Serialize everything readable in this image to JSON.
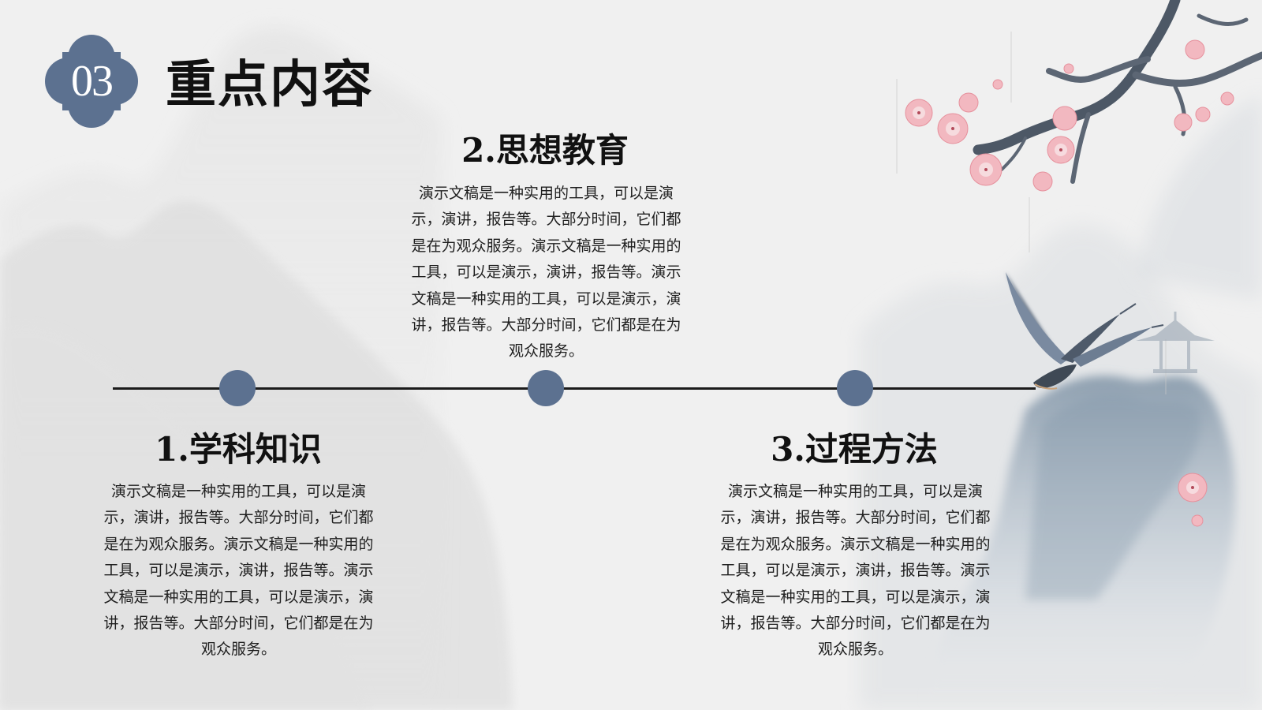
{
  "section": {
    "number": "03",
    "title": "重点内容"
  },
  "items": [
    {
      "title": "1.学科知识",
      "body": "演示文稿是一种实用的工具，可以是演示，演讲，报告等。大部分时间，它们都是在为观众服务。演示文稿是一种实用的工具，可以是演示，演讲，报告等。演示文稿是一种实用的工具，可以是演示，演讲，报告等。大部分时间，它们都是在为观众服务。"
    },
    {
      "title": "2.思想教育",
      "body": "演示文稿是一种实用的工具，可以是演示，演讲，报告等。大部分时间，它们都是在为观众服务。演示文稿是一种实用的工具，可以是演示，演讲，报告等。演示文稿是一种实用的工具，可以是演示，演讲，报告等。大部分时间，它们都是在为观众服务。"
    },
    {
      "title": "3.过程方法",
      "body": "演示文稿是一种实用的工具，可以是演示，演讲，报告等。大部分时间，它们都是在为观众服务。演示文稿是一种实用的工具，可以是演示，演讲，报告等。演示文稿是一种实用的工具，可以是演示，演讲，报告等。大部分时间，它们都是在为观众服务。"
    }
  ],
  "colors": {
    "accent": "#5c7190",
    "background": "#f0f0f0",
    "text": "#111111",
    "blossom": "#f2b8c0"
  },
  "decorations": [
    "ink-mountain-icon",
    "plum-blossom-branch-icon",
    "swallow-icon",
    "pavilion-icon"
  ]
}
